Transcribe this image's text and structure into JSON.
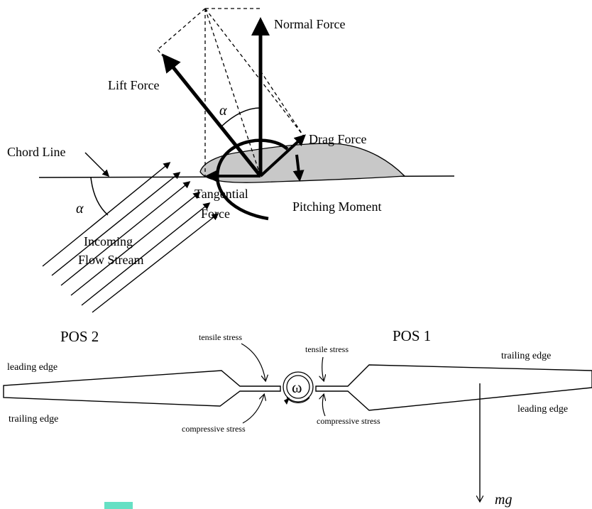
{
  "airfoil_diagram": {
    "normal_force": "Normal Force",
    "lift_force": "Lift Force",
    "drag_force": "Drag Force",
    "chord_line": "Chord Line",
    "tangential_force_1": "Tangential",
    "tangential_force_2": "Force",
    "pitching_moment": "Pitching Moment",
    "incoming_flow_1": "Incoming",
    "incoming_flow_2": "Flow Stream",
    "alpha_top": "α",
    "alpha_left": "α"
  },
  "blade_diagram": {
    "pos2": "POS 2",
    "pos1": "POS 1",
    "leading_edge_left": "leading edge",
    "trailing_edge_left": "trailing edge",
    "trailing_edge_right": "trailing edge",
    "leading_edge_right": "leading edge",
    "tensile_stress_left": "tensile stress",
    "tensile_stress_right": "tensile stress",
    "compressive_stress_left": "compressive stress",
    "compressive_stress_right": "compressive stress",
    "omega": "ω",
    "weight": "mg"
  },
  "colors": {
    "airfoil_fill": "#c8c8c8",
    "marker_fill": "#66e0c4"
  }
}
